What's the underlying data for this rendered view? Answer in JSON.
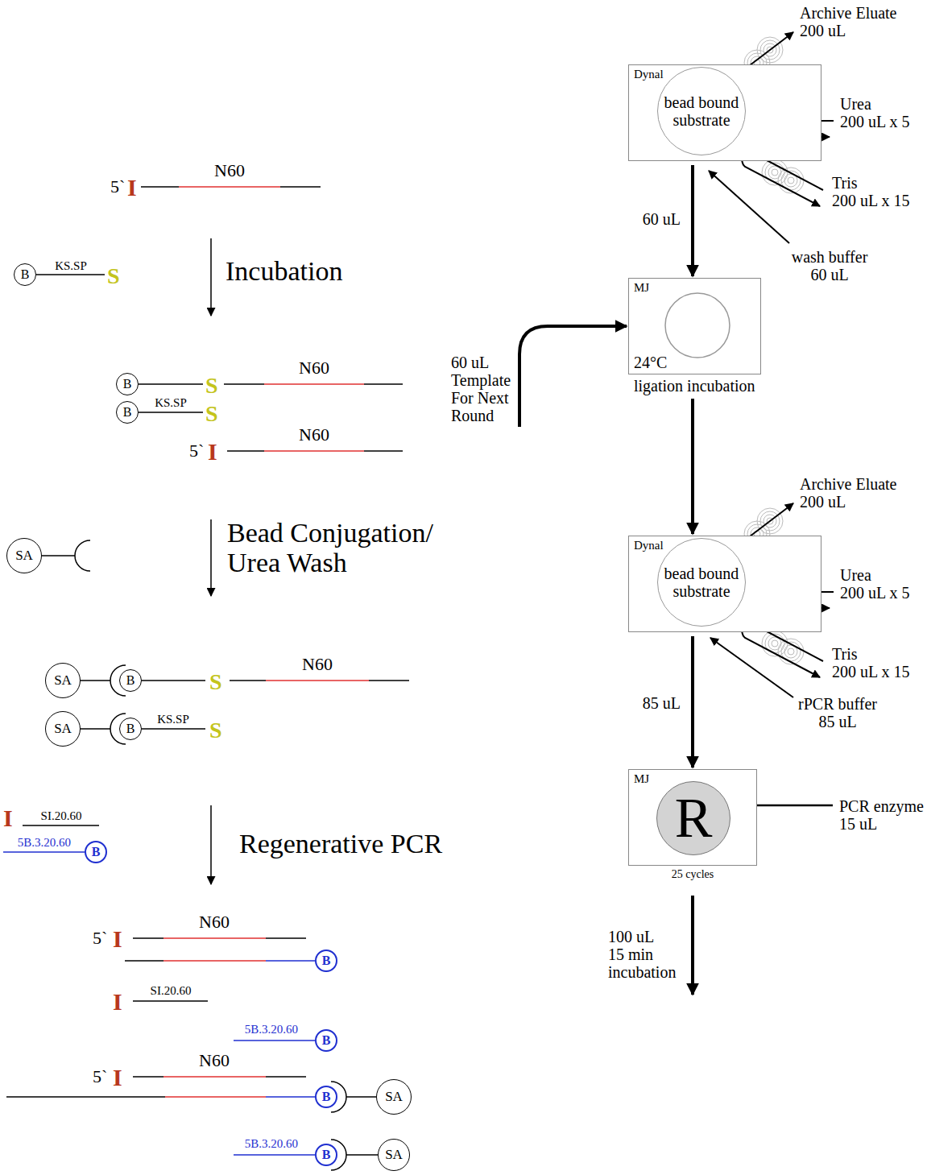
{
  "diagram": {
    "nodes": [
      {
        "text": [
          "B"
        ]
      },
      {
        "text": [
          "B"
        ]
      },
      {
        "text": [
          "B"
        ]
      },
      {
        "text": [
          "SA"
        ]
      },
      {
        "text": [
          "SA"
        ]
      },
      {
        "text": [
          "B"
        ]
      },
      {
        "text": [
          "SA"
        ]
      },
      {
        "text": [
          "B"
        ]
      },
      {
        "text": [
          "B"
        ]
      },
      {
        "text": [
          "B"
        ]
      },
      {
        "text": [
          "B"
        ]
      },
      {
        "text": [
          "B"
        ]
      },
      {
        "text": [
          "SA"
        ]
      },
      {
        "text": [
          "B"
        ]
      },
      {
        "text": [
          "SA"
        ]
      },
      {
        "text": [
          "Dynal"
        ]
      },
      {
        "text": [
          "bead bound substrate"
        ],
        "in": 15
      },
      {
        "text": [
          "MJ",
          "24°C",
          "ligation incubation"
        ]
      },
      {
        "text": [
          "Dynal"
        ]
      },
      {
        "text": [
          "bead bound substrate"
        ],
        "in": 18
      },
      {
        "text": [
          "MJ",
          "25 cycles"
        ]
      },
      {
        "text": [
          "R"
        ],
        "in": 20
      }
    ],
    "edges": [
      {
        "from": 15,
        "to": 17,
        "arrow": "to",
        "label": "60 uL"
      },
      {
        "from": 17,
        "to": 18,
        "arrow": "to"
      },
      {
        "from": 18,
        "to": 20,
        "arrow": "to",
        "label": "85 uL"
      }
    ],
    "labels": [
      "5`",
      "I",
      "N60",
      "KS.SP",
      "S",
      "Incubation",
      "S",
      "N60",
      "KS.SP",
      "S",
      "5`",
      "I",
      "N60",
      "Bead Conjugation/ Urea Wash",
      "S",
      "N60",
      "KS.SP",
      "S",
      "I",
      "SI.20.60",
      "5B.3.20.60",
      "Regenerative PCR",
      "5`",
      "I",
      "N60",
      "I",
      "SI.20.60",
      "5B.3.20.60",
      "5`",
      "I",
      "N60",
      "5B.3.20.60",
      "60 uL Template For Next Round",
      "Archive Eluate 200 uL",
      "Urea 200 uL x 5",
      "Tris 200 uL x 15",
      "wash buffer 60 uL",
      "Archive Eluate 200 uL",
      "Urea 200 uL x 5",
      "Tris 200 uL x 15",
      "rPCR buffer 85 uL",
      "PCR enzyme 15 uL",
      "100 uL 15 min incubation"
    ]
  }
}
